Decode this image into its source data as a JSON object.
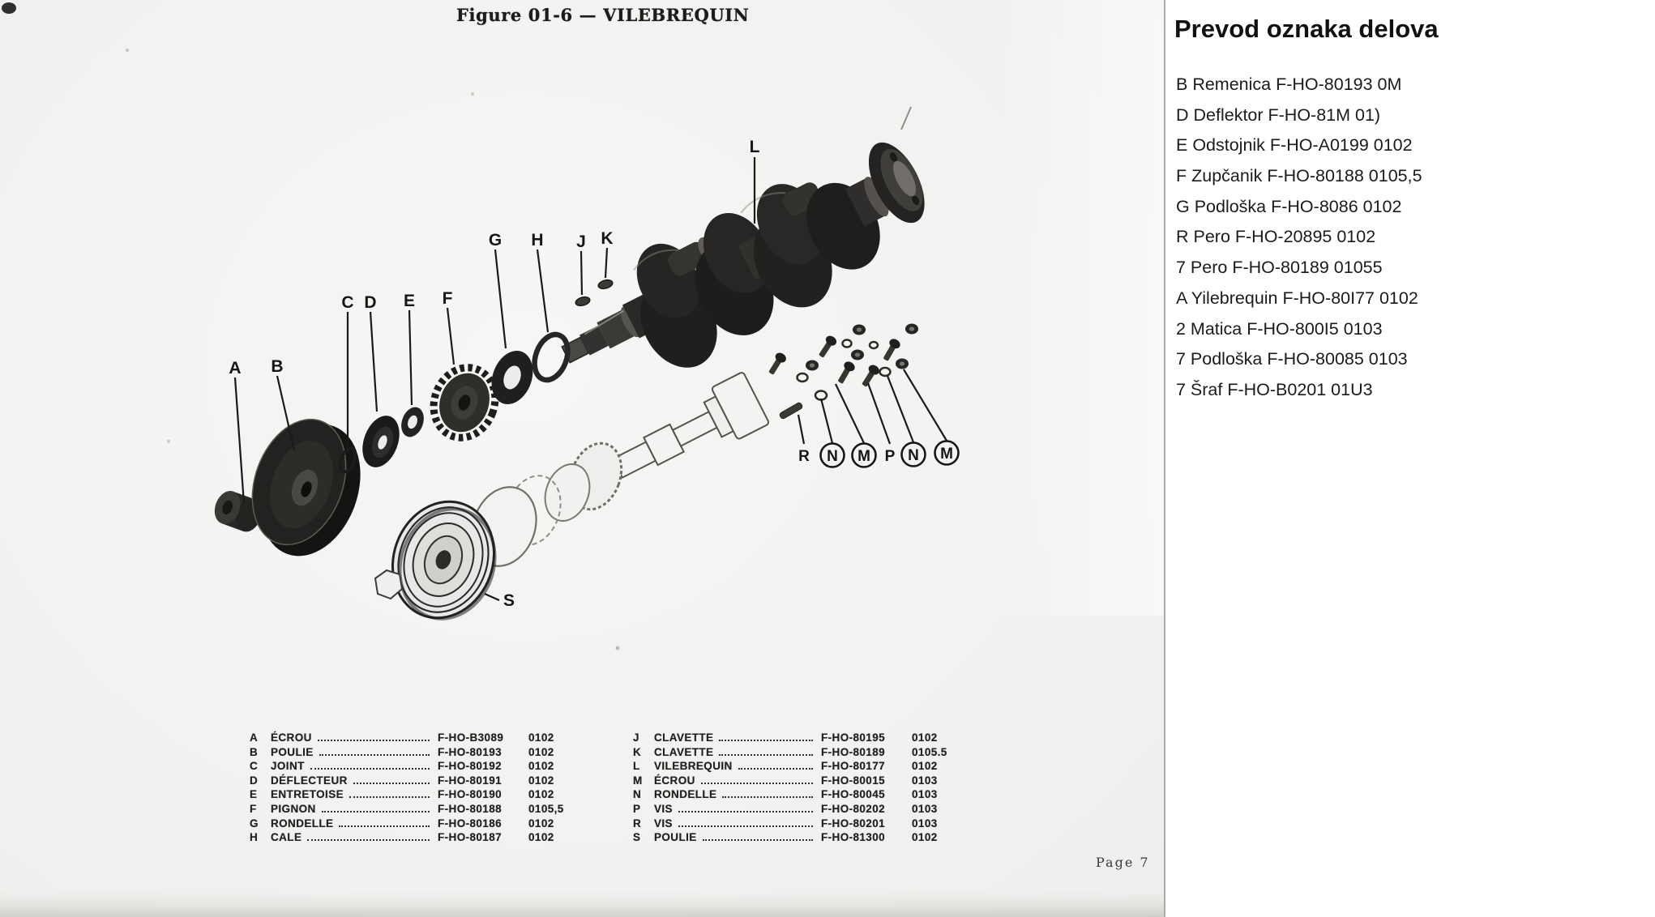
{
  "figure": {
    "title": "Figure 01-6 — VILEBREQUIN",
    "page_label": "Page 7"
  },
  "diagram": {
    "callouts": [
      {
        "label": "A"
      },
      {
        "label": "B"
      },
      {
        "label": "C"
      },
      {
        "label": "D"
      },
      {
        "label": "E"
      },
      {
        "label": "F"
      },
      {
        "label": "G"
      },
      {
        "label": "H"
      },
      {
        "label": "J"
      },
      {
        "label": "K"
      },
      {
        "label": "L"
      },
      {
        "label": "S"
      }
    ],
    "fasteners": [
      {
        "label": "R",
        "circled": false
      },
      {
        "label": "N",
        "circled": true
      },
      {
        "label": "M",
        "circled": true
      },
      {
        "label": "P",
        "circled": false
      },
      {
        "label": "N",
        "circled": true
      },
      {
        "label": "M",
        "circled": true
      }
    ]
  },
  "parts_table": {
    "left": [
      {
        "ref": "A",
        "name": "ÉCROU",
        "part": "F-HO-B3089",
        "code": "0102"
      },
      {
        "ref": "B",
        "name": "POULIE",
        "part": "F-HO-80193",
        "code": "0102"
      },
      {
        "ref": "C",
        "name": "JOINT",
        "part": "F-HO-80192",
        "code": "0102"
      },
      {
        "ref": "D",
        "name": "DÉFLECTEUR",
        "part": "F-HO-80191",
        "code": "0102"
      },
      {
        "ref": "E",
        "name": "ENTRETOISE",
        "part": "F-HO-80190",
        "code": "0102"
      },
      {
        "ref": "F",
        "name": "PIGNON",
        "part": "F-HO-80188",
        "code": "0105,5"
      },
      {
        "ref": "G",
        "name": "RONDELLE",
        "part": "F-HO-80186",
        "code": "0102"
      },
      {
        "ref": "H",
        "name": "CALE",
        "part": "F-HO-80187",
        "code": "0102"
      }
    ],
    "right": [
      {
        "ref": "J",
        "name": "CLAVETTE",
        "part": "F-HO-80195",
        "code": "0102"
      },
      {
        "ref": "K",
        "name": "CLAVETTE",
        "part": "F-HO-80189",
        "code": "0105.5"
      },
      {
        "ref": "L",
        "name": "VILEBREQUIN",
        "part": "F-HO-80177",
        "code": "0102"
      },
      {
        "ref": "M",
        "name": "ÉCROU",
        "part": "F-HO-80015",
        "code": "0103"
      },
      {
        "ref": "N",
        "name": "RONDELLE",
        "part": "F-HO-80045",
        "code": "0103"
      },
      {
        "ref": "P",
        "name": "VIS",
        "part": "F-HO-80202",
        "code": "0103"
      },
      {
        "ref": "R",
        "name": "VIS",
        "part": "F-HO-80201",
        "code": "0103"
      },
      {
        "ref": "S",
        "name": "POULIE",
        "part": "F-HO-81300",
        "code": "0102"
      }
    ]
  },
  "translation_panel": {
    "title": "Prevod oznaka delova",
    "items": [
      "B Remenica F-HO-80193 0M",
      "D Deflektor F-HO-81M 01)",
      "E Odstojnik F-HO-A0199 0102",
      "F Zupčanik F-HO-80188 0105,5",
      "G Podloška F-HO-8086 0102",
      "R Pero F-HO-20895 0102",
      "7 Pero F-HO-80189 01055",
      "A Yilebrequin F-HO-80I77 0102",
      "2 Matica F-HO-800I5 0103",
      "7 Podloška F-HO-80085 0103",
      "7 Šraf F-HO-B0201 01U3"
    ]
  },
  "colors": {
    "scan_background": "#f2f2f0",
    "ink": "#1d1d1b",
    "panel_background": "#ffffff",
    "divider": "#abaaa6"
  }
}
